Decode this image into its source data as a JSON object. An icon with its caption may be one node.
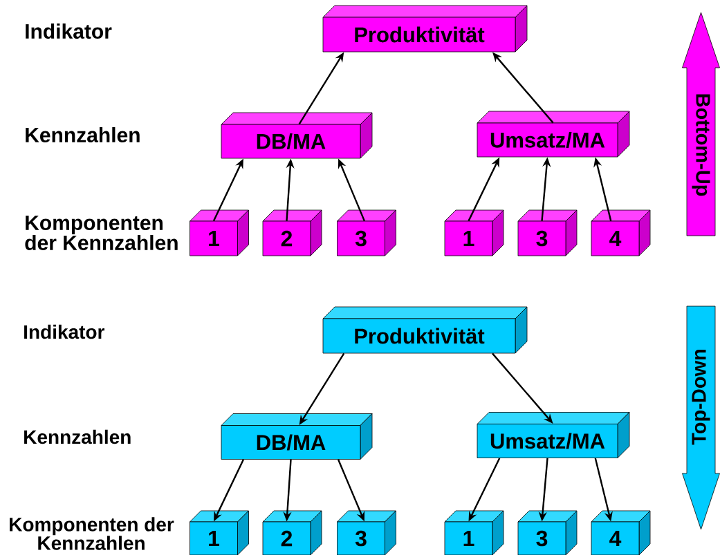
{
  "diagram": {
    "nodes": [
      {
        "text": [
          "Produktivität"
        ]
      },
      {
        "text": [
          "DB/MA"
        ]
      },
      {
        "text": [
          "Umsatz/MA"
        ]
      },
      {
        "text": [
          "1"
        ]
      },
      {
        "text": [
          "2"
        ]
      },
      {
        "text": [
          "3"
        ]
      },
      {
        "text": [
          "1"
        ]
      },
      {
        "text": [
          "3"
        ]
      },
      {
        "text": [
          "4"
        ]
      },
      {
        "text": [
          "Bottom-Up"
        ]
      },
      {
        "text": [
          "Produktivität"
        ]
      },
      {
        "text": [
          "DB/MA"
        ]
      },
      {
        "text": [
          "Umsatz/MA"
        ]
      },
      {
        "text": [
          "1"
        ]
      },
      {
        "text": [
          "2"
        ]
      },
      {
        "text": [
          "3"
        ]
      },
      {
        "text": [
          "1"
        ]
      },
      {
        "text": [
          "3"
        ]
      },
      {
        "text": [
          "4"
        ]
      },
      {
        "text": [
          "Top-Down"
        ]
      }
    ],
    "edges": [
      {
        "from": 3,
        "to": 1,
        "arrow": "to"
      },
      {
        "from": 4,
        "to": 1,
        "arrow": "to"
      },
      {
        "from": 5,
        "to": 1,
        "arrow": "to"
      },
      {
        "from": 6,
        "to": 2,
        "arrow": "to"
      },
      {
        "from": 7,
        "to": 2,
        "arrow": "to"
      },
      {
        "from": 8,
        "to": 2,
        "arrow": "to"
      },
      {
        "from": 1,
        "to": 0,
        "arrow": "to"
      },
      {
        "from": 2,
        "to": 0,
        "arrow": "to"
      },
      {
        "from": 10,
        "to": 11,
        "arrow": "to"
      },
      {
        "from": 10,
        "to": 12,
        "arrow": "to"
      },
      {
        "from": 11,
        "to": 13,
        "arrow": "to"
      },
      {
        "from": 11,
        "to": 14,
        "arrow": "to"
      },
      {
        "from": 11,
        "to": 15,
        "arrow": "to"
      },
      {
        "from": 12,
        "to": 16,
        "arrow": "to"
      },
      {
        "from": 12,
        "to": 17,
        "arrow": "to"
      },
      {
        "from": 12,
        "to": 18,
        "arrow": "to"
      }
    ],
    "labels": [
      "Indikator",
      "Kennzahlen",
      "Komponenten der Kennzahlen",
      "Indikator",
      "Kennzahlen",
      "Komponenten der Kennzahlen"
    ]
  }
}
